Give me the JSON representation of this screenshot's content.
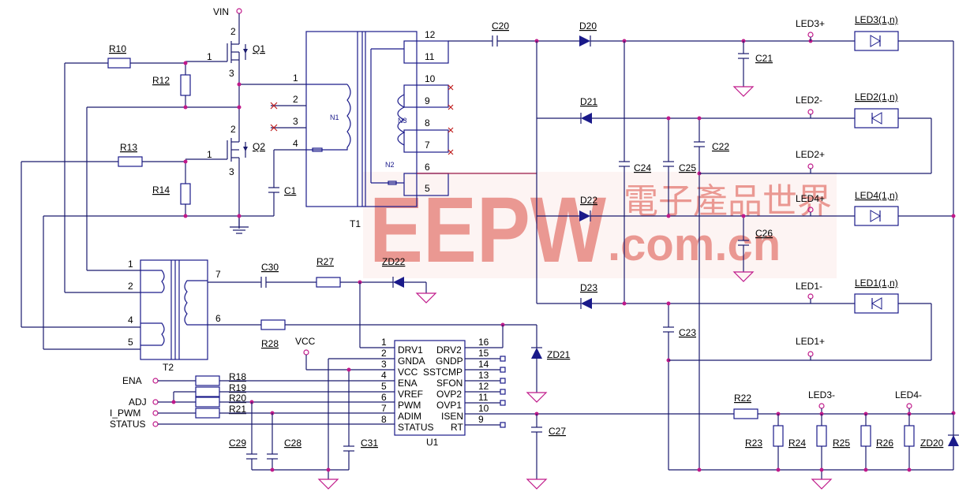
{
  "power": {
    "vin": "VIN",
    "vcc": "VCC"
  },
  "mosfets": [
    {
      "ref": "Q1"
    },
    {
      "ref": "Q2"
    }
  ],
  "resistors": [
    "R10",
    "R12",
    "R13",
    "R14",
    "R27",
    "R28",
    "R18",
    "R19",
    "R20",
    "R21",
    "R22",
    "R23",
    "R24",
    "R25",
    "R26"
  ],
  "capacitors": [
    "C1",
    "C20",
    "C21",
    "C22",
    "C24",
    "C25",
    "C26",
    "C23",
    "C27",
    "C28",
    "C29",
    "C30",
    "C31"
  ],
  "diodes": [
    "D20",
    "D21",
    "D22",
    "D23"
  ],
  "zeners": [
    "ZD22",
    "ZD21",
    "ZD20"
  ],
  "transformers": {
    "t1": "T1",
    "t2": "T2",
    "n1": "N1",
    "n2": "N2",
    "n3": "N3"
  },
  "t1_primary_pins": [
    "1",
    "2",
    "3",
    "4"
  ],
  "t1_secondary_pins": [
    "12",
    "11",
    "10",
    "9",
    "8",
    "7",
    "6",
    "5"
  ],
  "t2_left_pins": [
    "1",
    "2",
    "4",
    "5"
  ],
  "t2_right_pins": [
    "7",
    "6"
  ],
  "q_pins": [
    "2",
    "1",
    "3"
  ],
  "ic": {
    "ref": "U1",
    "left_pins": [
      {
        "num": "1",
        "name": "DRV1"
      },
      {
        "num": "2",
        "name": "GNDA"
      },
      {
        "num": "3",
        "name": "VCC"
      },
      {
        "num": "4",
        "name": "ENA"
      },
      {
        "num": "5",
        "name": "VREF"
      },
      {
        "num": "6",
        "name": "PWM"
      },
      {
        "num": "7",
        "name": "ADIM"
      },
      {
        "num": "8",
        "name": "STATUS"
      }
    ],
    "right_pins": [
      {
        "num": "16",
        "name": "DRV2"
      },
      {
        "num": "15",
        "name": "GNDP"
      },
      {
        "num": "14",
        "name": "SSTCMP"
      },
      {
        "num": "13",
        "name": "SFON"
      },
      {
        "num": "12",
        "name": "OVP2"
      },
      {
        "num": "11",
        "name": "OVP1"
      },
      {
        "num": "10",
        "name": "ISEN"
      },
      {
        "num": "9",
        "name": "RT"
      }
    ]
  },
  "inputs": [
    "ENA",
    "ADJ",
    "I_PWM",
    "STATUS"
  ],
  "led_terminals": [
    "LED3+",
    "LED2-",
    "LED2+",
    "LED4+",
    "LED1-",
    "LED1+",
    "LED3-",
    "LED4-"
  ],
  "led_strings": [
    "LED3(1,n)",
    "LED2(1,n)",
    "LED4(1,n)",
    "LED1(1,n)"
  ],
  "watermark": {
    "logo": "EEPW",
    "domain": ".com.cn",
    "chinese": "電子產品世界"
  },
  "colors": {
    "wire": "#1a1a6e",
    "junction": "#c0198a",
    "watermark": "#d9443a"
  }
}
